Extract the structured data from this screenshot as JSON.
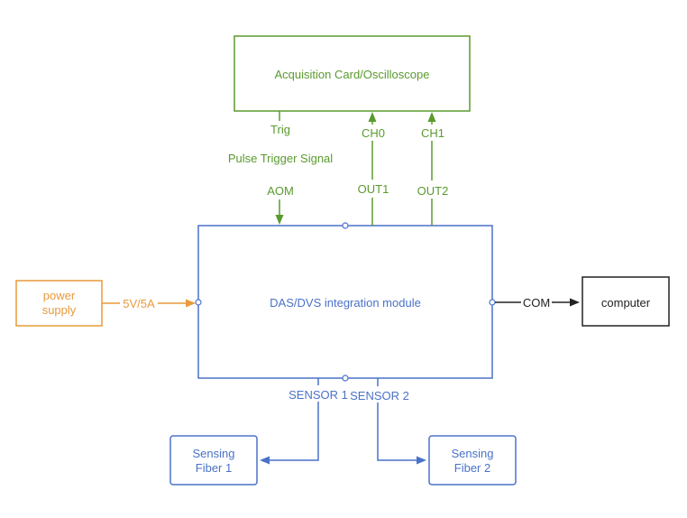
{
  "diagram": {
    "colors": {
      "green": "#5a9a2e",
      "blue": "#4a72c8",
      "orange": "#e89a3c",
      "black": "#222222",
      "background": "#ffffff"
    },
    "nodes": {
      "acquisition_card": {
        "label": "Acquisition Card/Oscilloscope"
      },
      "das_module": {
        "label": "DAS/DVS integration module"
      },
      "power_supply": {
        "label_line1": "power",
        "label_line2": "supply"
      },
      "computer": {
        "label": "computer"
      },
      "sensing_fiber_1": {
        "label_line1": "Sensing",
        "label_line2": "Fiber 1"
      },
      "sensing_fiber_2": {
        "label_line1": "Sensing",
        "label_line2": "Fiber 2"
      }
    },
    "edge_labels": {
      "trig": "Trig",
      "pulse_trigger_signal": "Pulse Trigger Signal",
      "aom": "AOM",
      "ch0": "CH0",
      "ch1": "CH1",
      "out1": "OUT1",
      "out2": "OUT2",
      "power_spec": "5V/5A",
      "com": "COM",
      "sensor_1": "SENSOR 1",
      "sensor_2": "SENSOR 2"
    }
  }
}
